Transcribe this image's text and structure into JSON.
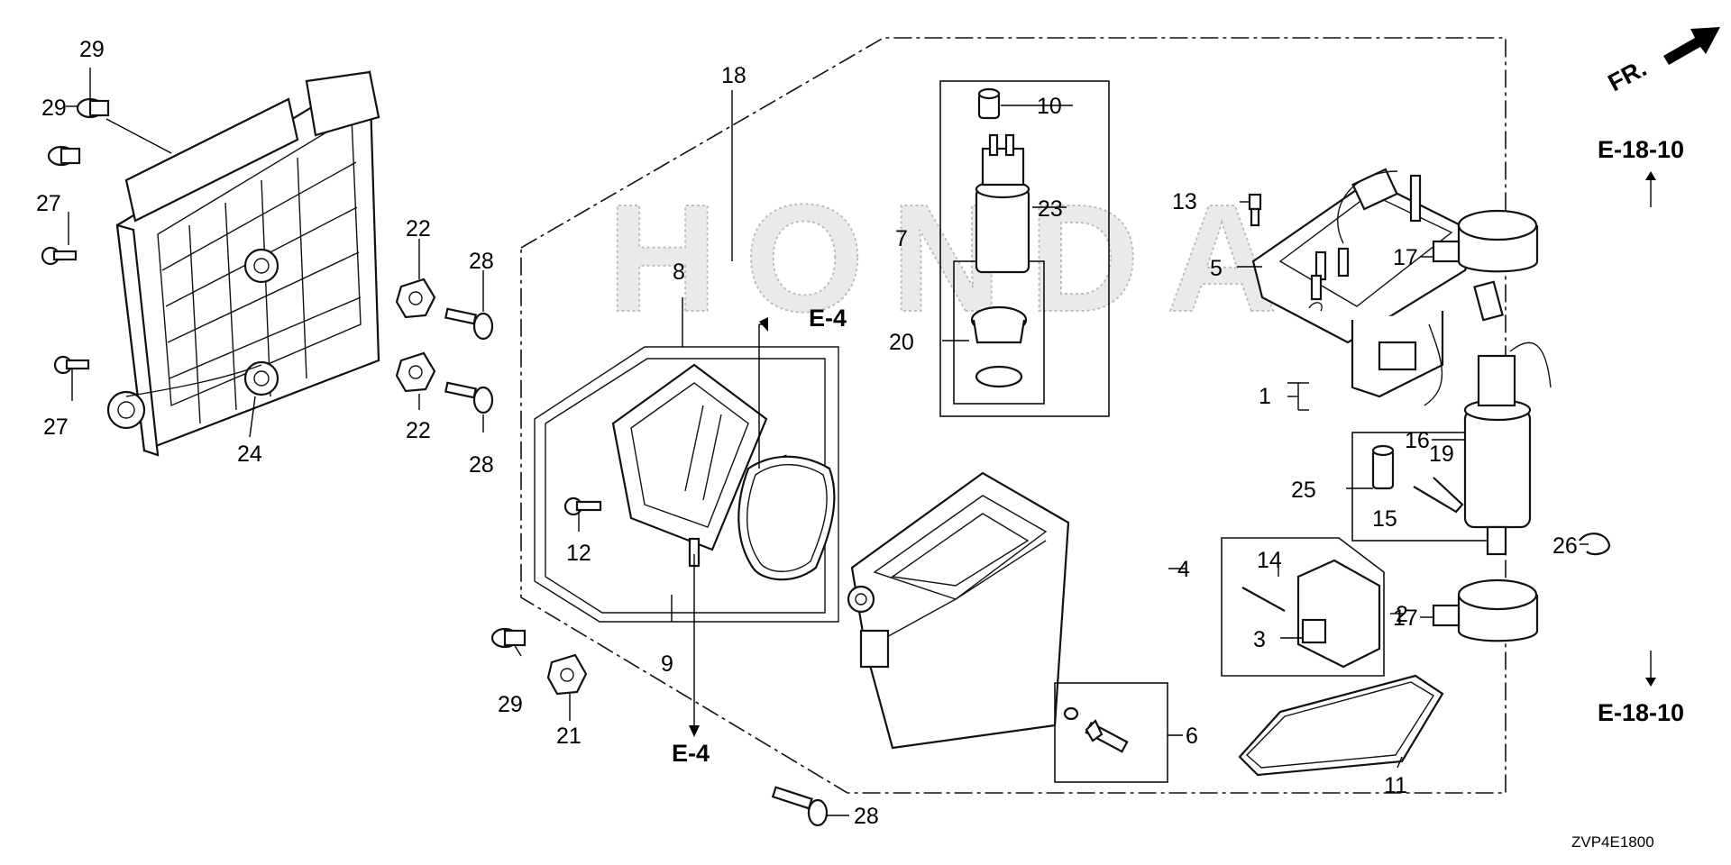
{
  "diagram": {
    "watermark": "HONDA",
    "figure_code": "ZVP4E1800",
    "direction_label": "FR.",
    "refs": {
      "e4_top": "E-4",
      "e4_bottom": "E-4",
      "e18_top": "E-18-10",
      "e18_bottom": "E-18-10"
    },
    "callouts": {
      "c29a": "29",
      "c29b": "29",
      "c27a": "27",
      "c27b": "27",
      "c22a": "22",
      "c22b": "22",
      "c28a": "28",
      "c28b": "28",
      "c24": "24",
      "c18": "18",
      "c10": "10",
      "c23": "23",
      "c7": "7",
      "c8": "8",
      "c20": "20",
      "c13": "13",
      "c5": "5",
      "c1": "1",
      "c19": "19",
      "c25": "25",
      "c15": "15",
      "c4": "4",
      "c12": "12",
      "c14": "14",
      "c2": "2",
      "c3": "3",
      "c9": "9",
      "c29c": "29",
      "c21": "21",
      "c6": "6",
      "c11": "11",
      "c28c": "28",
      "c17a": "17",
      "c16": "16",
      "c26": "26",
      "c17b": "17"
    }
  }
}
